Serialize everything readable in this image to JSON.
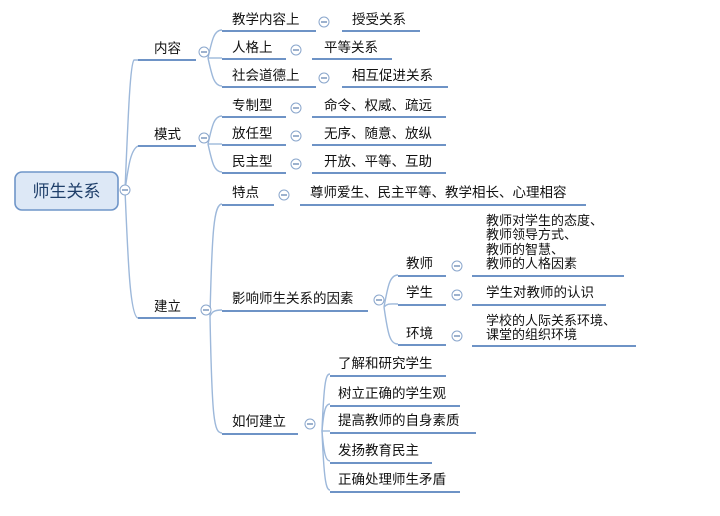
{
  "root": {
    "label": "师生关系"
  },
  "branches": {
    "content": {
      "label": "内容",
      "items": [
        {
          "label": "教学内容上",
          "value": "授受关系"
        },
        {
          "label": "人格上",
          "value": "平等关系"
        },
        {
          "label": "社会道德上",
          "value": "相互促进关系"
        }
      ]
    },
    "mode": {
      "label": "模式",
      "items": [
        {
          "label": "专制型",
          "value": "命令、权威、疏远"
        },
        {
          "label": "放任型",
          "value": "无序、随意、放纵"
        },
        {
          "label": "民主型",
          "value": "开放、平等、互助"
        }
      ]
    },
    "build": {
      "label": "建立",
      "features": {
        "label": "特点",
        "value": "尊师爱生、民主平等、教学相长、心理相容"
      },
      "factors": {
        "label": "影响师生关系的因素",
        "teacher": {
          "label": "教师",
          "lines": [
            "教师对学生的态度、",
            "教师领导方式、",
            "教师的智慧、",
            "教师的人格因素"
          ]
        },
        "student": {
          "label": "学生",
          "value": "学生对教师的认识"
        },
        "environment": {
          "label": "环境",
          "lines": [
            "学校的人际关系环境、",
            "课堂的组织环境"
          ]
        }
      },
      "how": {
        "label": "如何建立",
        "items": [
          "了解和研究学生",
          "树立正确的学生观",
          "提高教师的自身素质",
          "发扬教育民主",
          "正确处理师生矛盾"
        ]
      }
    }
  },
  "colors": {
    "edge": "#9db8da",
    "underline": "#6e93c6",
    "root_fill": "#dde8f6",
    "root_border": "#6f95c8"
  },
  "icons": {
    "collapse": "collapse-toggle-icon"
  }
}
